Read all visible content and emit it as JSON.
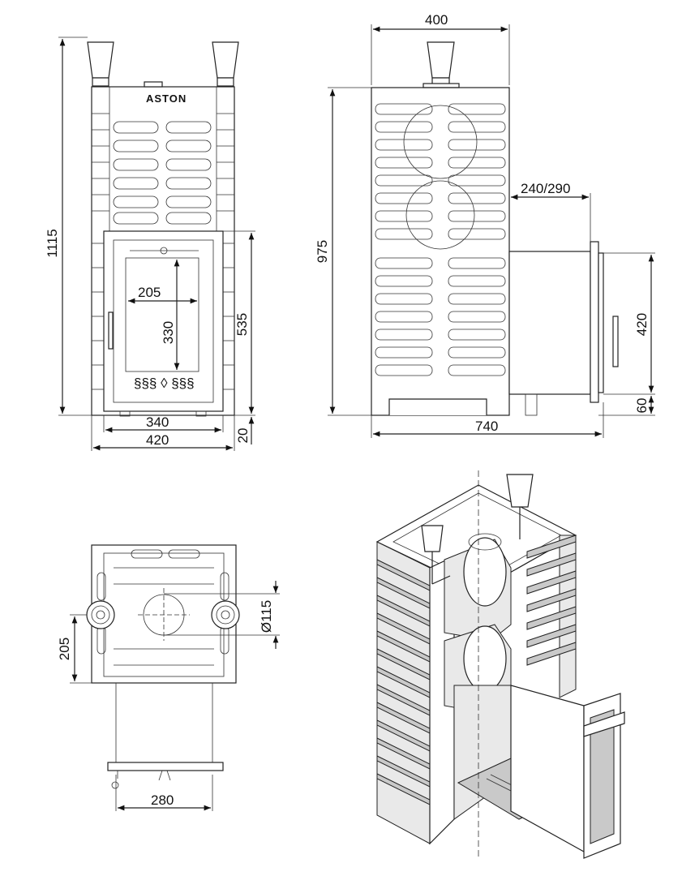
{
  "brand": "ASTON",
  "front_view": {
    "height_total": "1115",
    "door_opening_width": "205",
    "glass_height": "330",
    "door_height": "535",
    "base_width": "340",
    "overall_width": "420",
    "leg_height": "20"
  },
  "side_view": {
    "top_width": "400",
    "height": "975",
    "tunnel_length": "240/290",
    "tunnel_height": "420",
    "tunnel_offset": "60",
    "overall_depth": "740"
  },
  "top_view": {
    "chimney_diameter": "Ø115",
    "pipe_spacing": "205",
    "tunnel_width": "280"
  },
  "iso_view": {}
}
